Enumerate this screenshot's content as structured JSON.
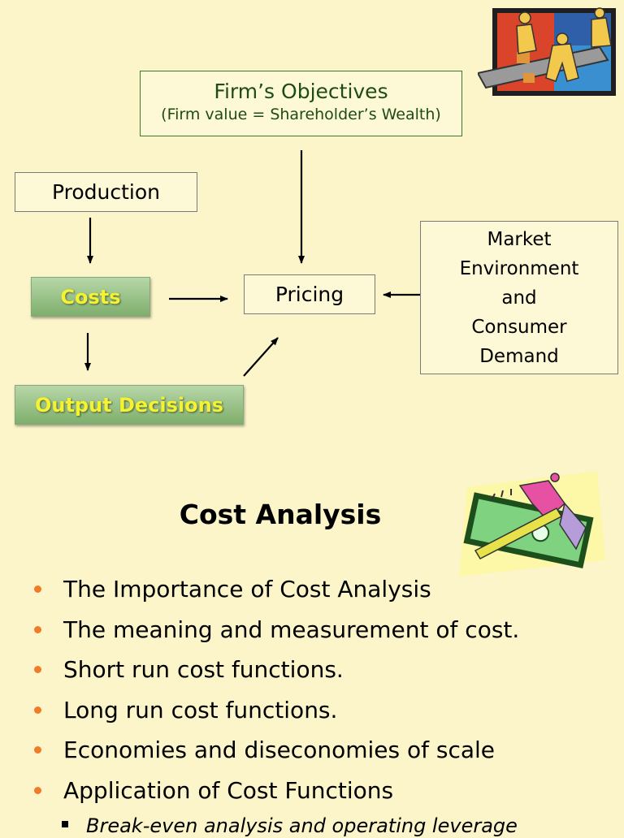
{
  "diagram": {
    "objectives_title": "Firm’s Objectives",
    "objectives_subtitle": "(Firm value = Shareholder’s Wealth)",
    "production": "Production",
    "costs": "Costs",
    "output_decisions": "Output Decisions",
    "pricing": "Pricing",
    "market_lines": [
      "Market",
      "Environment",
      "and",
      "Consumer",
      "Demand"
    ]
  },
  "section": {
    "title": "Cost Analysis",
    "bullets": [
      "The Importance of Cost Analysis",
      "The meaning and measurement of cost.",
      "Short run cost functions.",
      "Long run cost functions.",
      "Economies and diseconomies of scale",
      "Application of Cost Functions"
    ],
    "sub_bullet": "Break-even analysis and operating leverage"
  },
  "colors": {
    "background": "#fbf5c9",
    "objective_text": "#1e4d14",
    "button_text": "#f5f230",
    "bullet": "#f07c2a"
  },
  "icons": [
    "workers-clipart-icon",
    "money-saw-clipart-icon"
  ]
}
